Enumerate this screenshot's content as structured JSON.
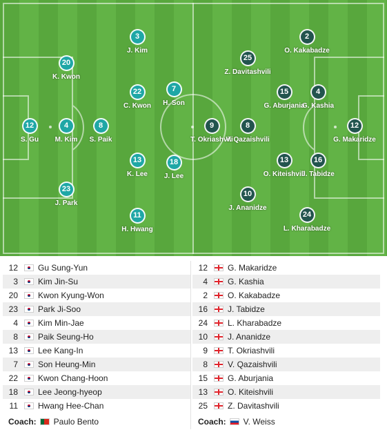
{
  "home": {
    "players": [
      {
        "number": "12",
        "short": "S. Gu",
        "name": "Gu Sung-Yun"
      },
      {
        "number": "3",
        "short": "J. Kim",
        "name": "Kim Jin-Su"
      },
      {
        "number": "20",
        "short": "K. Kwon",
        "name": "Kwon Kyung-Won"
      },
      {
        "number": "23",
        "short": "J. Park",
        "name": "Park Ji-Soo"
      },
      {
        "number": "4",
        "short": "M. Kim",
        "name": "Kim Min-Jae"
      },
      {
        "number": "8",
        "short": "S. Paik",
        "name": "Paik Seung-Ho"
      },
      {
        "number": "13",
        "short": "K. Lee",
        "name": "Lee Kang-In"
      },
      {
        "number": "7",
        "short": "H. Son",
        "name": "Son Heung-Min"
      },
      {
        "number": "22",
        "short": "C. Kwon",
        "name": "Kwon Chang-Hoon"
      },
      {
        "number": "18",
        "short": "J. Lee",
        "name": "Lee Jeong-hyeop"
      },
      {
        "number": "11",
        "short": "H. Hwang",
        "name": "Hwang Hee-Chan"
      }
    ],
    "flag": "kor",
    "coach_label": "Coach:",
    "coach": "Paulo Bento",
    "coach_flag": "por",
    "color": "#1fa7a6"
  },
  "away": {
    "players": [
      {
        "number": "12",
        "short": "G. Makaridze",
        "name": "G. Makaridze"
      },
      {
        "number": "4",
        "short": "G. Kashia",
        "name": "G. Kashia"
      },
      {
        "number": "2",
        "short": "O. Kakabadze",
        "name": "O. Kakabadze"
      },
      {
        "number": "16",
        "short": "J. Tabidze",
        "name": "J. Tabidze"
      },
      {
        "number": "24",
        "short": "L. Kharabadze",
        "name": "L. Kharabadze"
      },
      {
        "number": "10",
        "short": "J. Ananidze",
        "name": "J. Ananidze"
      },
      {
        "number": "9",
        "short": "T. Okriashvili",
        "name": "T. Okriashvili"
      },
      {
        "number": "8",
        "short": "V. Qazaishvili",
        "name": "V. Qazaishvili"
      },
      {
        "number": "15",
        "short": "G. Aburjania",
        "name": "G. Aburjania"
      },
      {
        "number": "13",
        "short": "O. Kiteishvili",
        "name": "O. Kiteishvili"
      },
      {
        "number": "25",
        "short": "Z. Davitashvili",
        "name": "Z. Davitashvili"
      }
    ],
    "flag": "geo",
    "coach_label": "Coach:",
    "coach": "V. Weiss",
    "coach_flag": "svk",
    "color": "#22544e"
  }
}
